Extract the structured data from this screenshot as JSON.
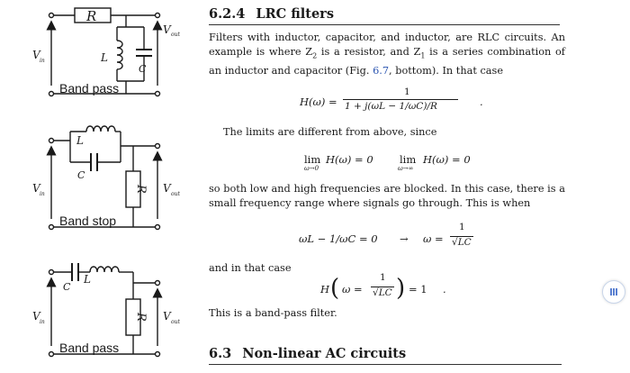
{
  "circuits": [
    {
      "label": "Band pass",
      "r": "R",
      "l": "L",
      "c": "C",
      "vin": "V",
      "vin_sub": "in",
      "vout": "V",
      "vout_sub": "out"
    },
    {
      "label": "Band stop",
      "r": "R",
      "l": "L",
      "c": "C",
      "vin": "V",
      "vin_sub": "in",
      "vout": "V",
      "vout_sub": "out"
    },
    {
      "label": "Band pass",
      "r": "R",
      "l": "L",
      "c": "C",
      "vin": "V",
      "vin_sub": "in",
      "vout": "V",
      "vout_sub": "out"
    }
  ],
  "section": {
    "number": "6.2.4",
    "title": "LRC filters"
  },
  "para1": {
    "a": "Filters with inductor, capacitor, and inductor, are RLC circuits.  An example is where Z",
    "a_sub": "2",
    "b": " is a resistor, and Z",
    "b_sub": "1",
    "c": " is a series combination of an inductor and capacitor (Fig. ",
    "fig_ref": "6.7",
    "d": ", bottom). In that case"
  },
  "eq1": {
    "lhs": "H(ω) =",
    "num": "1",
    "den": "1 + j(ωL − 1/ωC)/R",
    "end": "."
  },
  "para2": "The limits are different from above, since",
  "eq2": {
    "lim1": "lim",
    "sub1": "ω→0",
    "expr1": "H(ω) = 0",
    "lim2": "lim",
    "sub2": "ω→∞",
    "expr2": "H(ω) = 0"
  },
  "para3": "so both low and high frequencies are blocked. In this case, there is a small frequency range where signals go through. This is when",
  "eq3": {
    "lhs": "ωL − 1/ωC = 0",
    "arrow": "→",
    "w": "ω =",
    "num": "1",
    "den": "√LC"
  },
  "para4": "and in that case",
  "eq4": {
    "h": "H",
    "w": "ω =",
    "num": "1",
    "den": "√LC",
    "rhs": "= 1",
    "end": "."
  },
  "para5": "This is a band-pass filter.",
  "section2": {
    "number": "6.3",
    "title": "Non-linear AC circuits"
  },
  "side_button": {
    "icon": "menu-icon"
  }
}
